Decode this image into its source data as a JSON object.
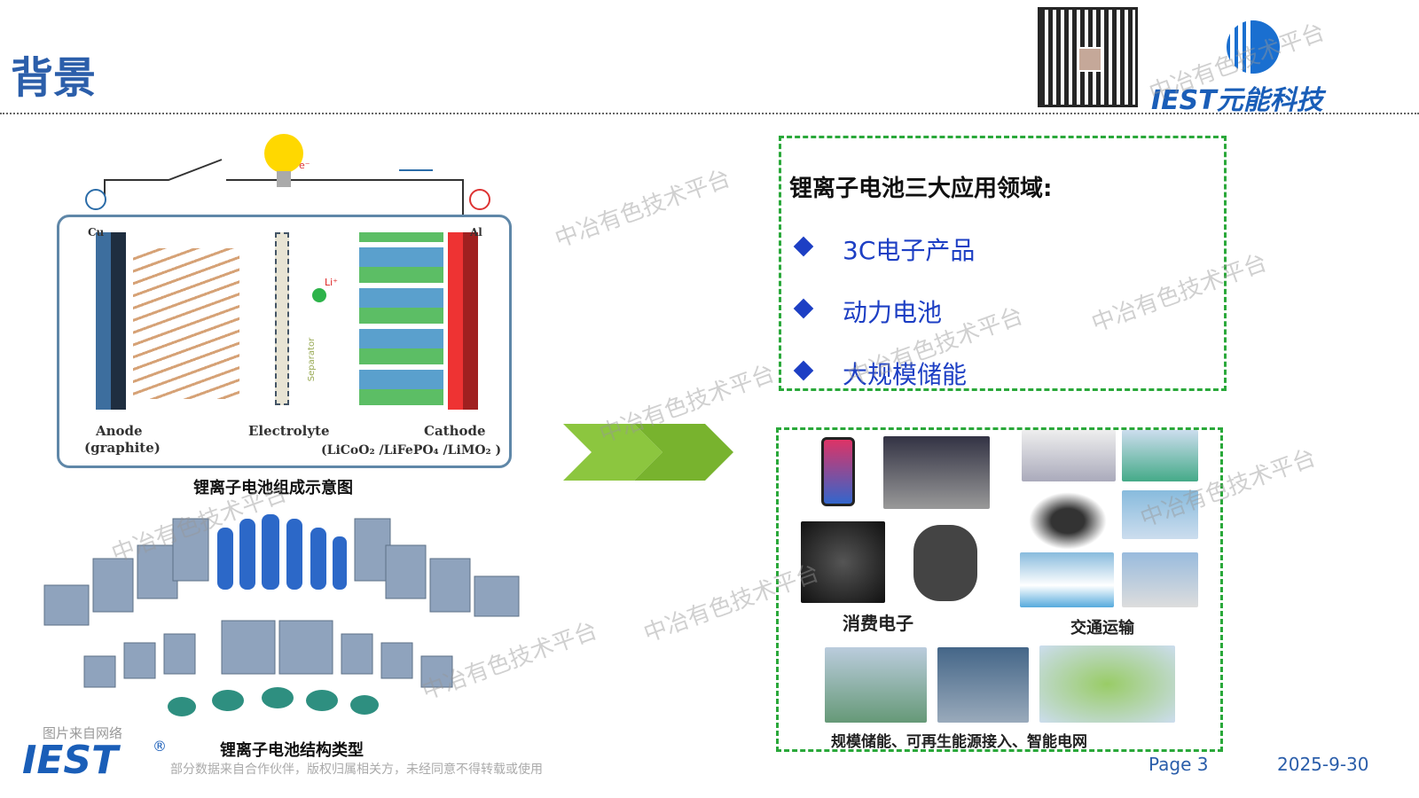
{
  "header": {
    "title": "背景",
    "brand": "IEST元能科技"
  },
  "diagram": {
    "caption": "锂离子电池组成示意图",
    "cu": "Cu",
    "al": "Al",
    "anode": "Anode",
    "anode_sub": "(graphite)",
    "electrolyte": "Electrolyte",
    "cathode": "Cathode",
    "cathode_sub": "(LiCoO₂ /LiFePO₄ /LiMO₂ )",
    "separator": "Separator",
    "li_ion": "Li⁺",
    "electron": "e⁻",
    "minus": "−",
    "plus": "+"
  },
  "batteries": {
    "caption": "锂离子电池结构类型",
    "source": "图片来自网络"
  },
  "applications": {
    "title": "锂离子电池三大应用领域:",
    "items": [
      {
        "label": "3C电子产品"
      },
      {
        "label": "动力电池"
      },
      {
        "label": "大规模储能"
      }
    ]
  },
  "photos": {
    "consumer": "消费电子",
    "transport": "交通运输",
    "storage": "规模储能、可再生能源接入、智能电网"
  },
  "footer": {
    "logo": "IEST",
    "registered": "®",
    "disclaimer": "部分数据来自合作伙伴，版权归属相关方，未经同意不得转载或使用",
    "page": "Page 3",
    "date": "2025-9-30"
  },
  "watermark": "中冶有色技术平台",
  "colors": {
    "title": "#2b5eaa",
    "accent": "#1d3fc4",
    "dash": "#2aa83a",
    "arrow": "#8cc63f"
  }
}
